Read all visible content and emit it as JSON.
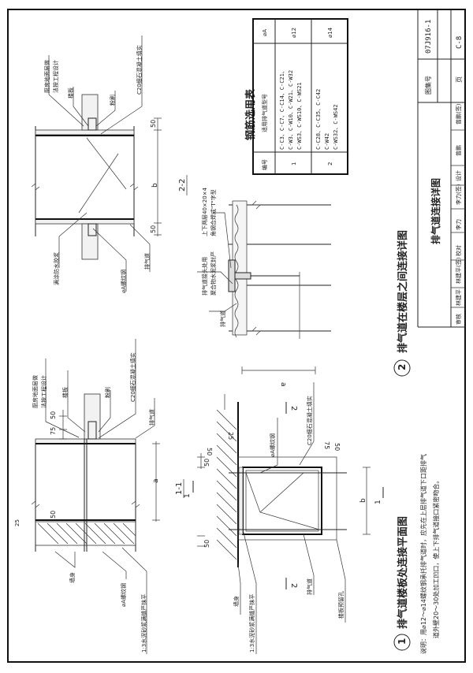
{
  "title_block": {
    "drawing_title": "排气道连接详图",
    "atlas_label": "图集号",
    "atlas_number": "07J916-1",
    "page_label": "页",
    "page_number": "C-8",
    "roles": [
      {
        "label": "审核",
        "name": "林建平"
      },
      {
        "label": "校对",
        "name": "李力"
      },
      {
        "label": "设计",
        "name": "曾鹏"
      }
    ],
    "signatures": [
      "林建平(签)",
      "李力(签)",
      "曾鹏(签)"
    ]
  },
  "rebar_table": {
    "title": "钢筋选用表",
    "headers": [
      "编号",
      "适用排气道型号",
      "⌀A"
    ],
    "rows": [
      {
        "no": "1",
        "models": [
          "C-C3、C-C7、C-C14、C-C21、",
          "C-W3、C-W10、C-W21、C-W32",
          "C-WS3、C-WS10、C-WS21"
        ],
        "dia": "⌀12"
      },
      {
        "no": "2",
        "models": [
          "C-C28、C-C35、C-C42",
          "C-W42",
          "C-WS32、C-WS42"
        ],
        "dia": "⌀14"
      }
    ]
  },
  "section_2_2": {
    "label": "2-2",
    "callouts": [
      "厨房地面层做",
      "法按工程设计",
      "楼板",
      "粉刷",
      "C20细石混凝土填实",
      "满涂防水胶浆",
      "⌀A螺纹钢",
      "排气道"
    ],
    "dims": [
      "50",
      "b",
      "50"
    ]
  },
  "section_1_1": {
    "label": "1-1",
    "callouts": [
      "厨房地面层做",
      "法按工程设计",
      "楼板",
      "粉刷",
      "C20细石混凝土填实",
      "排气道",
      "墙身",
      "⌀A螺纹钢",
      "1:3水泥砂浆满缝严抹平"
    ],
    "dims": [
      "50",
      "75",
      "a",
      "50",
      "25"
    ]
  },
  "plan_view": {
    "callouts": [
      "⌀A螺纹钢",
      "C20细石混凝土填实",
      "墙身",
      "1:3水泥砂浆满缝严抹平",
      "排气道",
      "楼板预留孔"
    ],
    "dims": [
      "50",
      "25",
      "a",
      "75",
      "50",
      "50",
      "50",
      "b"
    ],
    "section_marks": [
      "1",
      "1",
      "2",
      "2"
    ]
  },
  "joint_detail": {
    "callouts": [
      "上下两层40×20×4",
      "角钢合焊成\"T\"字型",
      "排气道接头处用",
      "聚合物水泥浆封严",
      "排气道"
    ]
  },
  "figures": [
    {
      "number": "1",
      "title": "排气道楼板处连接平面图"
    },
    {
      "number": "2",
      "title": "排气道在楼层之间连接详图"
    }
  ],
  "notes": {
    "line1": "说明：用⌀12～⌀14螺纹钢承托排气道时，应先在上层排气道下口距排气",
    "line2": "道外壁20～30处加工凹口，使上下排气道接口紧密吻合。"
  }
}
